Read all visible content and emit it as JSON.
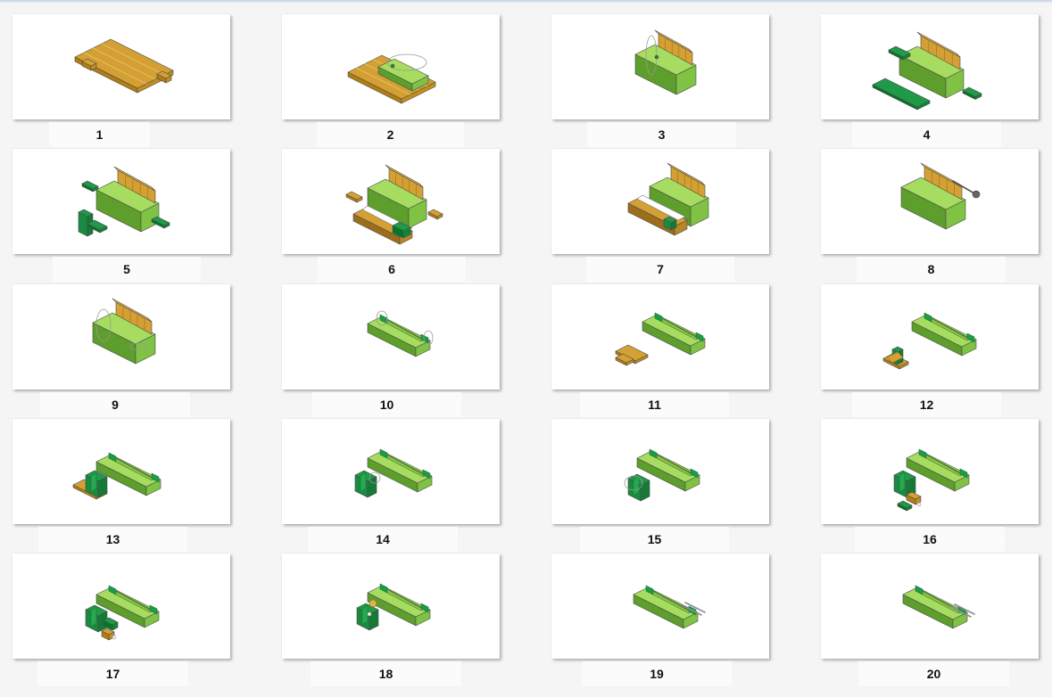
{
  "steps": [
    {
      "label": "1",
      "illustration": "board-panel-icon"
    },
    {
      "label": "2",
      "illustration": "board-with-tray-icon"
    },
    {
      "label": "3",
      "illustration": "tray-with-cable-icon"
    },
    {
      "label": "4",
      "illustration": "tray-exploded-parts-icon"
    },
    {
      "label": "5",
      "illustration": "tray-side-brackets-icon"
    },
    {
      "label": "6",
      "illustration": "tray-frame-parts-icon"
    },
    {
      "label": "7",
      "illustration": "tray-frame-assembled-icon"
    },
    {
      "label": "8",
      "illustration": "tray-with-probe-icon"
    },
    {
      "label": "9",
      "illustration": "tray-wrapped-cable-icon"
    },
    {
      "label": "10",
      "illustration": "closed-box-cable-icon"
    },
    {
      "label": "11",
      "illustration": "box-flat-panel-icon"
    },
    {
      "label": "12",
      "illustration": "box-folded-panel-icon"
    },
    {
      "label": "13",
      "illustration": "box-stand-base-icon"
    },
    {
      "label": "14",
      "illustration": "box-stand-green-icon"
    },
    {
      "label": "15",
      "illustration": "box-stand-cable-icon"
    },
    {
      "label": "16",
      "illustration": "box-stand-parts-icon"
    },
    {
      "label": "17",
      "illustration": "box-stand-pieces-icon"
    },
    {
      "label": "18",
      "illustration": "box-stand-mounted-icon"
    },
    {
      "label": "19",
      "illustration": "box-with-rods-icon"
    },
    {
      "label": "20",
      "illustration": "box-with-rods-final-icon"
    }
  ]
}
